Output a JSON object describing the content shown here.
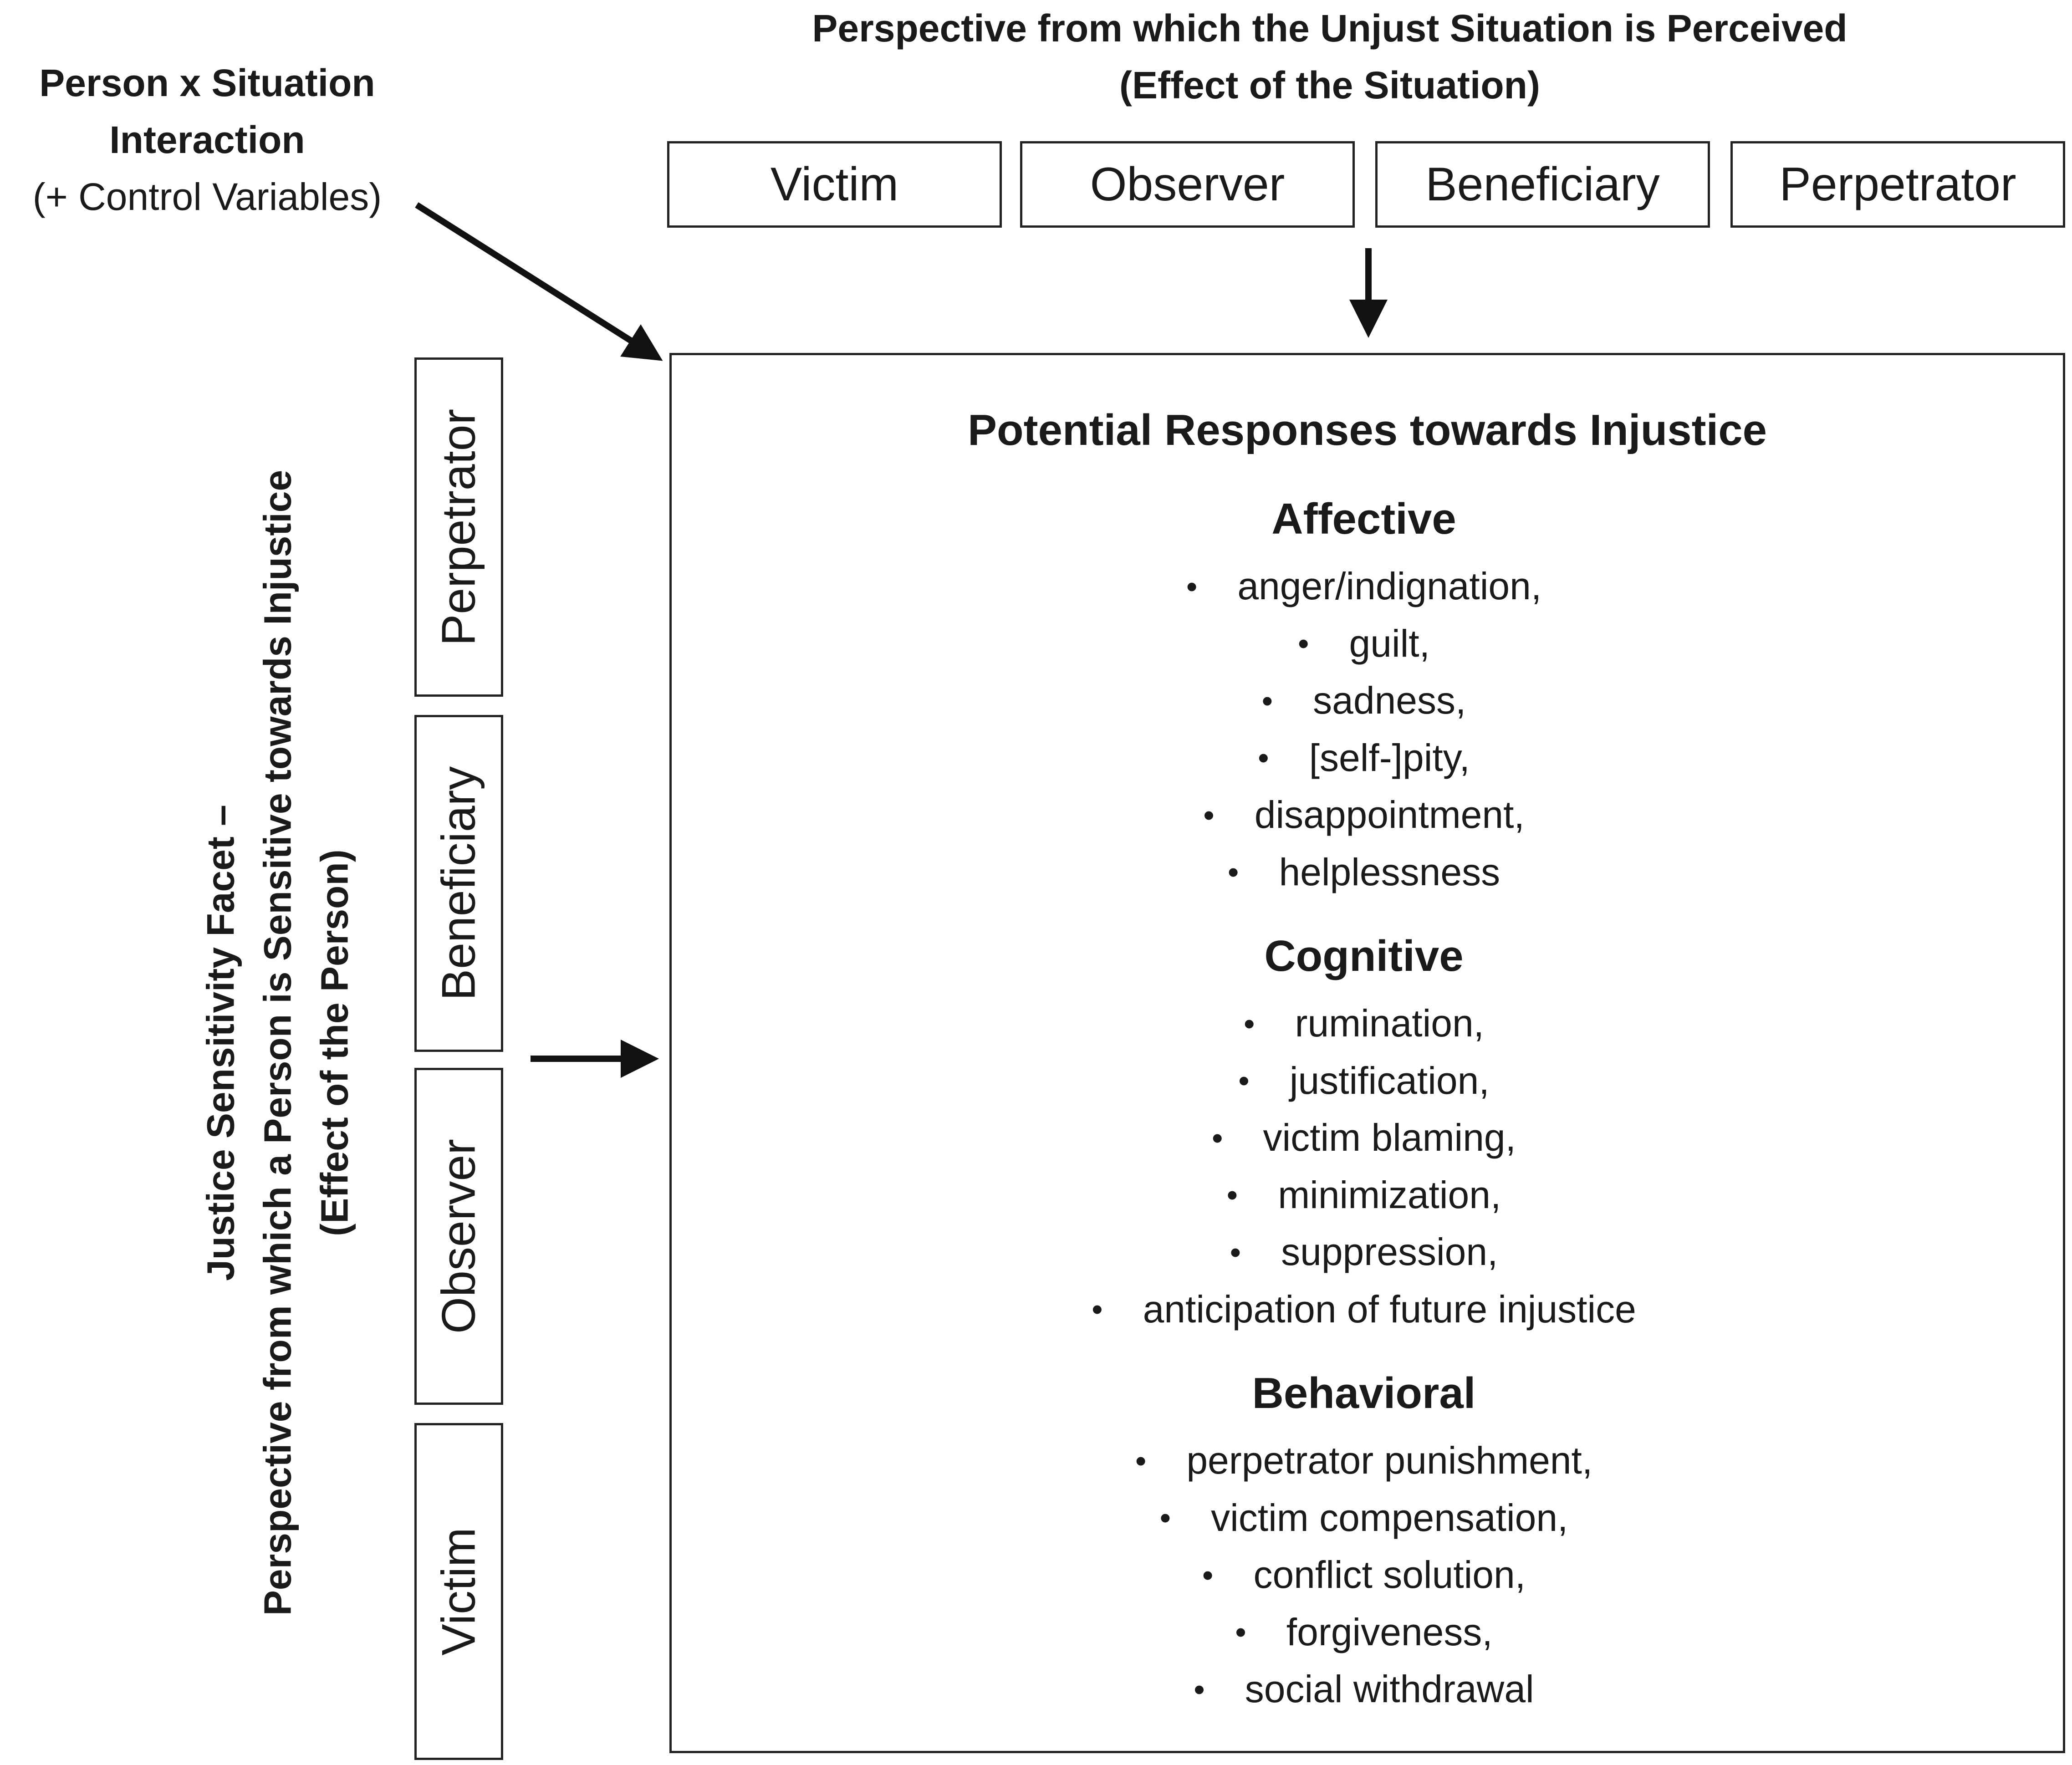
{
  "interaction": {
    "line1": "Person x Situation",
    "line2": "Interaction",
    "line3": "(+ Control Variables)"
  },
  "situation": {
    "title_line1": "Perspective from which the Unjust Situation is Perceived",
    "title_line2": "(Effect of the Situation)",
    "boxes": [
      "Victim",
      "Observer",
      "Beneficiary",
      "Perpetrator"
    ]
  },
  "facet": {
    "line1": "Justice Sensitivity Facet –",
    "line2": "Perspective from which a Person is Sensitive towards Injustice",
    "line3": "(Effect of the Person)",
    "boxes": [
      "Perpetrator",
      "Beneficiary",
      "Observer",
      "Victim"
    ]
  },
  "responses": {
    "title": "Potential Responses towards Injustice",
    "bullet": "•",
    "categories": [
      {
        "name": "Affective",
        "items": [
          "anger/indignation,",
          "guilt,",
          "sadness,",
          "[self-]pity,",
          "disappointment,",
          "helplessness"
        ]
      },
      {
        "name": "Cognitive",
        "items": [
          "rumination,",
          "justification,",
          "victim blaming,",
          "minimization,",
          "suppression,",
          "anticipation of future injustice"
        ]
      },
      {
        "name": "Behavioral",
        "items": [
          "perpetrator punishment,",
          "victim compensation,",
          "conflict solution,",
          "forgiveness,",
          "social withdrawal"
        ]
      }
    ]
  }
}
